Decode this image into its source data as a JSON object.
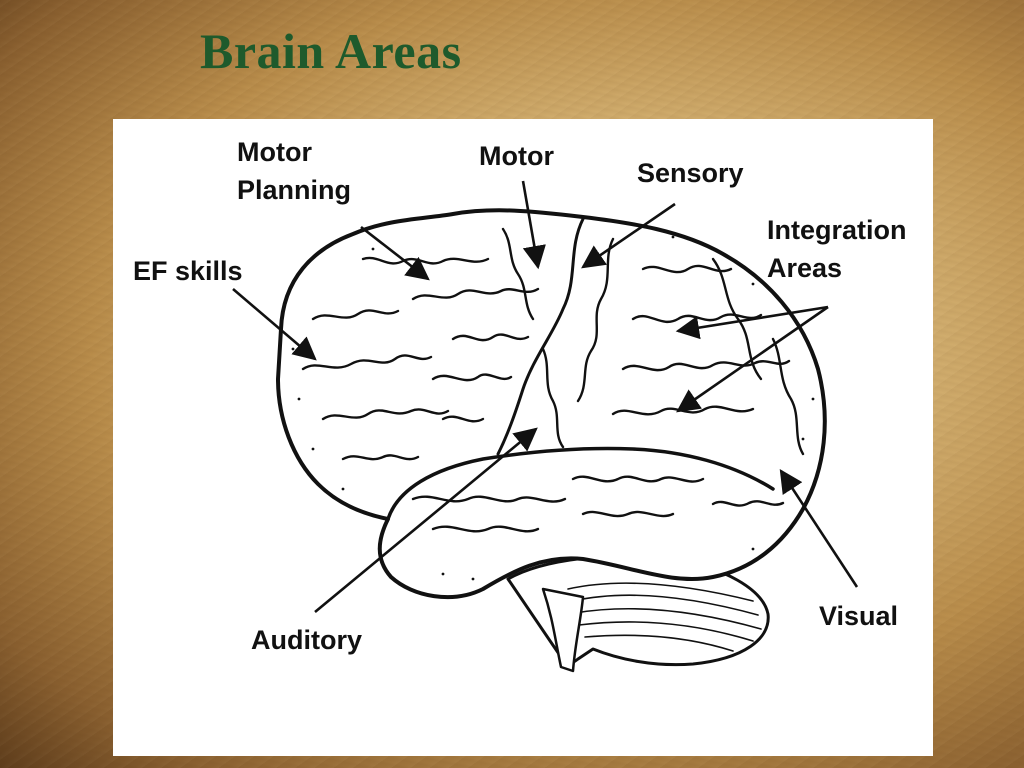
{
  "slide": {
    "title": "Brain Areas"
  },
  "labels": {
    "motor_planning": [
      "Motor",
      "Planning"
    ],
    "motor": "Motor",
    "sensory": "Sensory",
    "integration": [
      "Integration",
      "Areas"
    ],
    "ef_skills": "EF skills",
    "auditory": "Auditory",
    "visual": "Visual"
  },
  "colors": {
    "title": "#1e5a2c",
    "label": "#111111",
    "outline": "#111111"
  }
}
